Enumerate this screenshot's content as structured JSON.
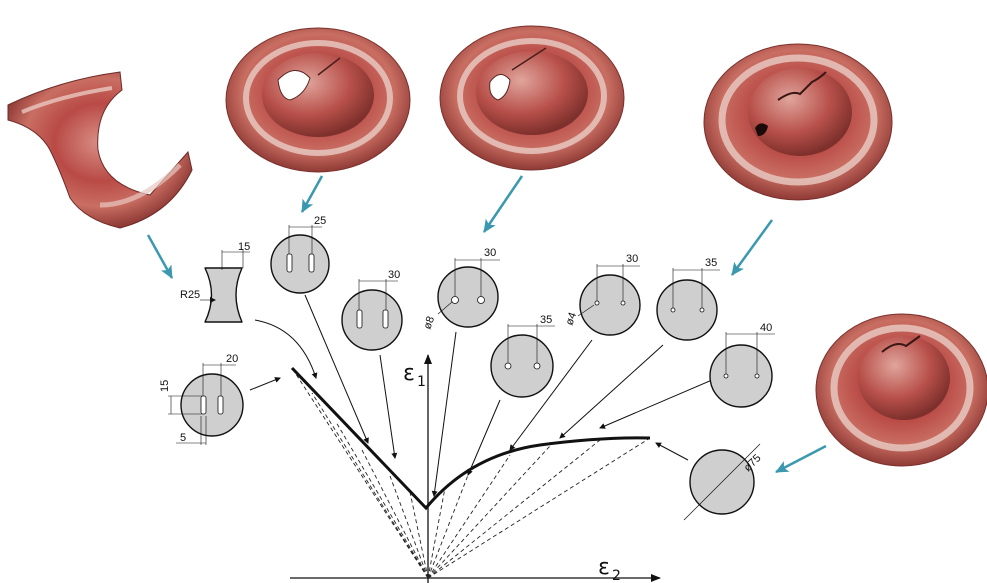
{
  "diagram": {
    "axes": {
      "vertical": {
        "symbol": "ε",
        "subscript": "1"
      },
      "horizontal": {
        "symbol": "ε",
        "subscript": "2"
      }
    },
    "dimensions": {
      "notch_width": "15",
      "notch_radius": "R25",
      "slot_spacing_25": "25",
      "slot_spacing_30": "30",
      "slot_spacing_20": "20",
      "slot_height": "15",
      "slot_width": "5",
      "hole_spacing_30a": "30",
      "hole_dia_8": "ø8",
      "hole_spacing_35a": "35",
      "hole_spacing_30b": "30",
      "hole_dia_4": "ø4",
      "hole_spacing_35b": "35",
      "hole_spacing_40": "40",
      "blank_dia_75": "ø75"
    },
    "colors": {
      "specimen_fill": "#cfcfcf",
      "photo_arrow": "#3a98b0",
      "cup_red": "#b94a46"
    }
  }
}
